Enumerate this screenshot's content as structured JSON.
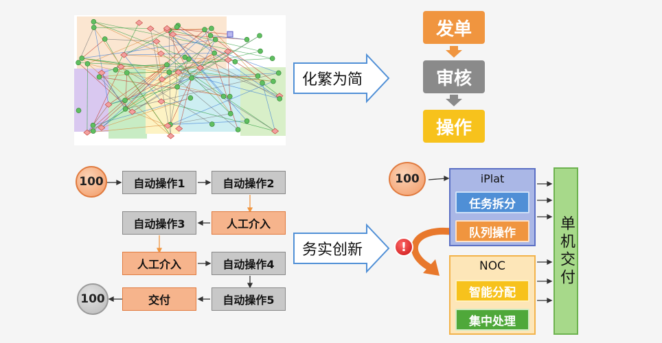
{
  "top_flow": {
    "step1": "发单",
    "step2": "审核",
    "step3": "操作",
    "arrow_label": "化繁为简"
  },
  "bottom_flow": {
    "start": "100",
    "auto1": "自动操作1",
    "auto2": "自动操作2",
    "auto3": "自动操作3",
    "manual1": "人工介入",
    "manual2": "人工介入",
    "auto4": "自动操作4",
    "deliver": "交付",
    "auto5": "自动操作5",
    "end": "100"
  },
  "right_panel": {
    "arrow_label": "务实创新",
    "input": "100",
    "iplat": {
      "title": "iPlat",
      "btn1": "任务拆分",
      "btn2": "队列操作"
    },
    "noc": {
      "title": "NOC",
      "btn1": "智能分配",
      "btn2": "集中处理"
    },
    "delivery": "单机交付",
    "alert_icon": "exclamation-icon"
  },
  "colors": {
    "orange": "#f0953f",
    "grey": "#8a8a8a",
    "yellow": "#f7c21c",
    "blue_panel": "#aab7e6",
    "green_panel": "#a7d98a"
  }
}
